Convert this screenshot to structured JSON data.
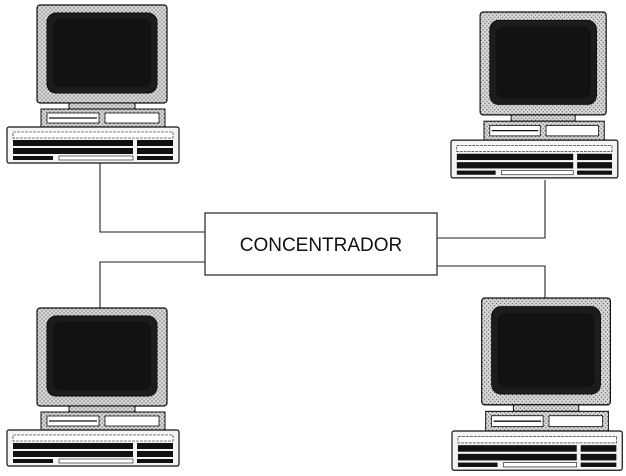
{
  "diagram": {
    "hub": {
      "label": "CONCENTRADOR"
    },
    "nodes": [
      {
        "id": "computer-top-left",
        "icon": "desktop-computer-icon"
      },
      {
        "id": "computer-top-right",
        "icon": "desktop-computer-icon"
      },
      {
        "id": "computer-bottom-left",
        "icon": "desktop-computer-icon"
      },
      {
        "id": "computer-bottom-right",
        "icon": "desktop-computer-icon"
      }
    ],
    "connections": [
      {
        "from": "computer-top-left",
        "to": "hub"
      },
      {
        "from": "computer-top-right",
        "to": "hub"
      },
      {
        "from": "computer-bottom-left",
        "to": "hub"
      },
      {
        "from": "computer-bottom-right",
        "to": "hub"
      }
    ],
    "colors": {
      "monitor_bezel": "#d9d9d9",
      "screen": "#1c1c1c",
      "line": "#222222"
    }
  }
}
